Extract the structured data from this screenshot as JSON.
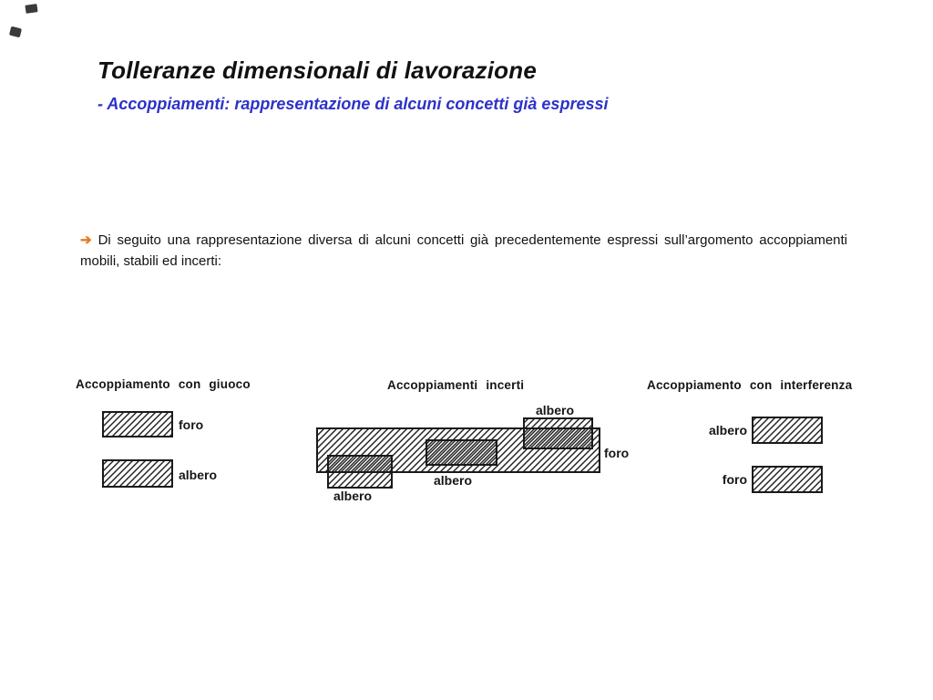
{
  "slide": {
    "title": "Tolleranze dimensionali di lavorazione",
    "subtitle": "- Accoppiamenti: rappresentazione di alcuni concetti già espressi",
    "bullet_arrow": "➔",
    "body_text": "Di seguito una rappresentazione diversa di alcuni concetti già precedentemente espressi sull’argomento accoppiamenti mobili, stabili ed incerti:"
  },
  "diagram": {
    "sections": {
      "giuoco": {
        "heading": "Accoppiamento con giuoco",
        "foro_label": "foro",
        "albero_label": "albero"
      },
      "incerti": {
        "heading": "Accoppiamenti incerti",
        "albero_top_label": "albero",
        "foro_label": "foro",
        "albero_middle_label": "albero",
        "albero_left_label": "albero"
      },
      "interferenza": {
        "heading": "Accoppiamento con interferenza",
        "albero_label": "albero",
        "foro_label": "foro"
      }
    }
  },
  "colors": {
    "subtitle_blue": "#2d32c8",
    "arrow_orange": "#e8791f",
    "ink": "#1a1a1a"
  }
}
